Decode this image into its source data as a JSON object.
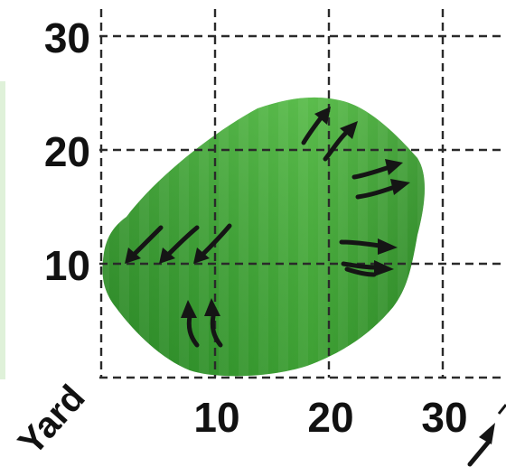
{
  "diagram": {
    "axis_label": "Yard",
    "x_ticks": [
      "10",
      "20",
      "30"
    ],
    "y_ticks": [
      "10",
      "20",
      "30"
    ],
    "green_color": "#3aa033",
    "arrow_color": "#151515",
    "arrow_count": 12
  }
}
